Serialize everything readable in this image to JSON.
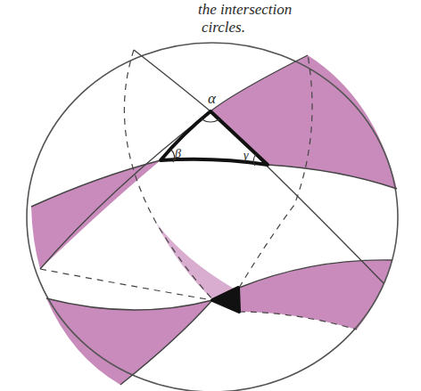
{
  "diagram": {
    "labels": [
      "the intersection",
      "circles.",
      "α",
      "β",
      "γ"
    ]
  }
}
